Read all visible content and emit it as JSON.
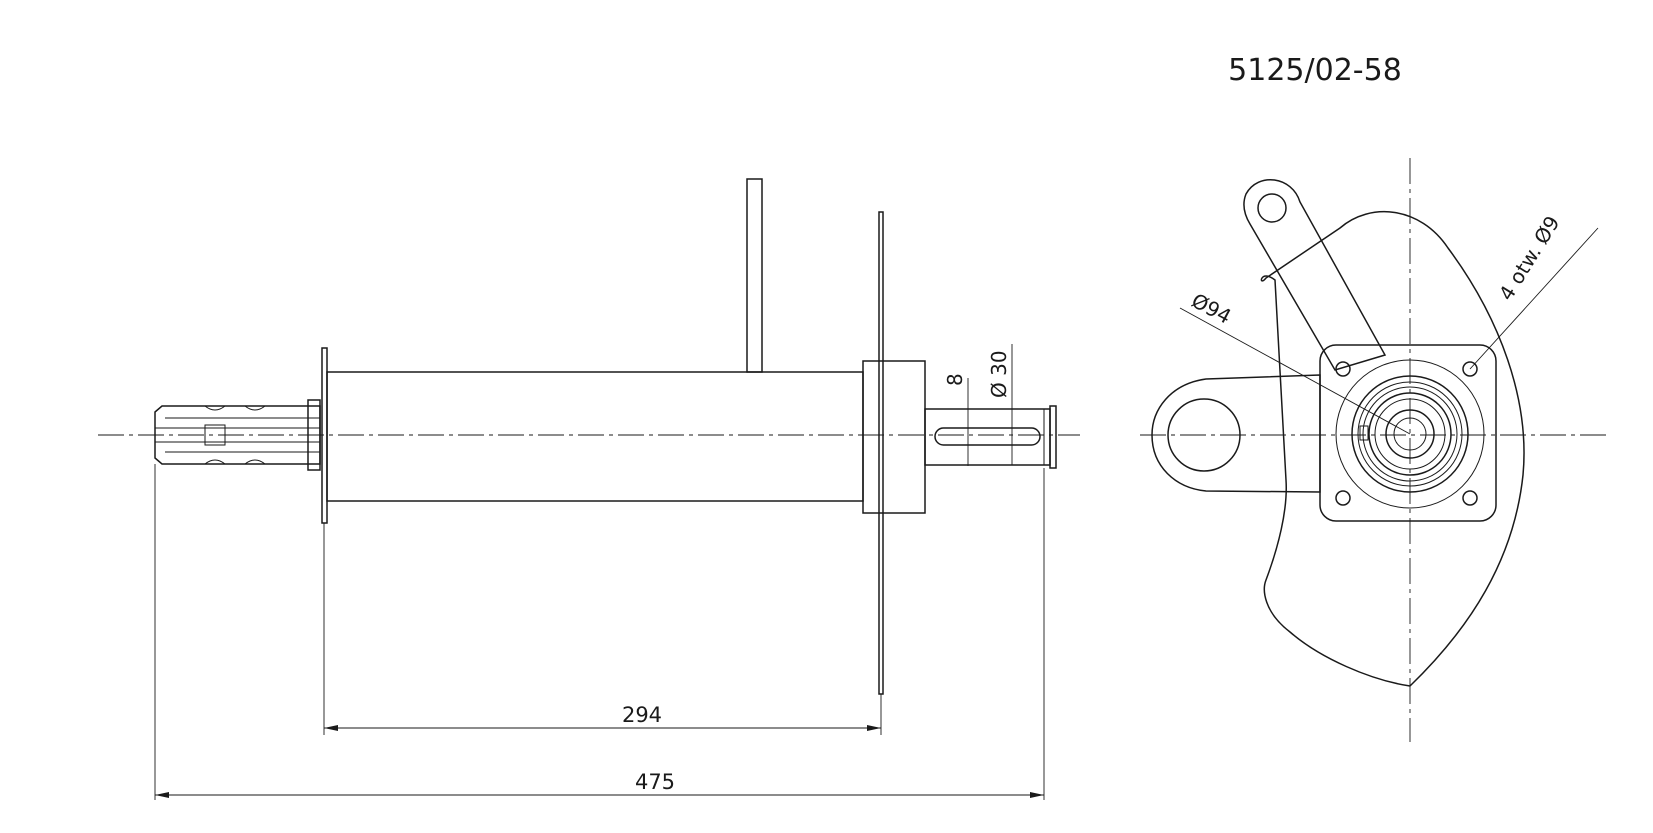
{
  "drawing": {
    "drawing_number": "5125/02-58",
    "dimensions": {
      "flange_to_plate": "294",
      "overall_length": "475",
      "key_width": "8",
      "shaft_diameter": "Ø 30",
      "bolt_circle": "Ø94",
      "mounting_holes": "4 otw. Ø9"
    }
  }
}
